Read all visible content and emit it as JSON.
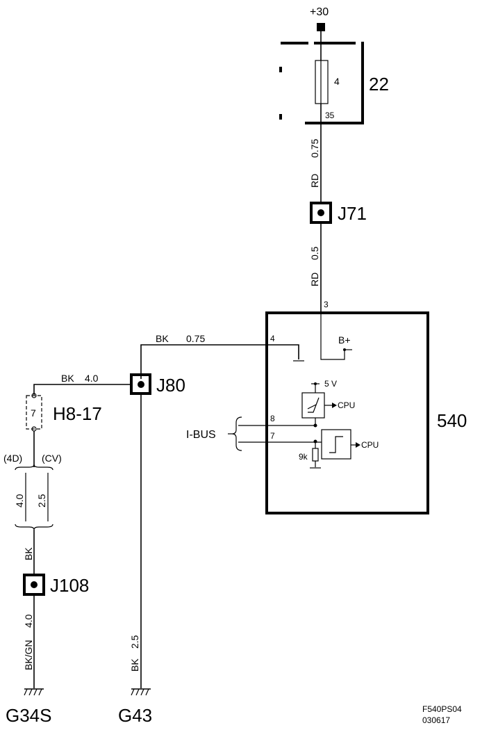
{
  "supply": {
    "label": "+30"
  },
  "fuse_box": {
    "id": "22",
    "fuse": "4",
    "pin": "35"
  },
  "wires": {
    "w1_color": "RD",
    "w1_size": "0.75",
    "w2_color": "RD",
    "w2_size": "0.5",
    "w3_color": "BK",
    "w3_size": "0.75",
    "w4_color": "BK",
    "w4_size": "4.0",
    "w5_color": "BK",
    "w5_size": "2.5",
    "w6_color": "BK",
    "w7_color": "BK/GN",
    "w7_size": "4.0",
    "variant_a_label": "(4D)",
    "variant_a_size": "4.0",
    "variant_b_label": "(CV)",
    "variant_b_size": "2.5"
  },
  "splices": {
    "j71": "J71",
    "j80": "J80",
    "j108": "J108"
  },
  "connector": {
    "id": "H8-17",
    "pin": "7"
  },
  "module": {
    "id": "540",
    "pin_supply": "3",
    "pin_ground": "4",
    "pin_ibus_a": "8",
    "pin_ibus_b": "7",
    "bplus": "B+",
    "vref": "5 V",
    "cpu_out": "CPU",
    "cpu_in": "CPU",
    "resistor": "9k"
  },
  "bus": {
    "label": "I-BUS"
  },
  "grounds": {
    "left": "G34S",
    "right": "G43"
  },
  "footer": {
    "code": "F540PS04",
    "date": "030617"
  }
}
